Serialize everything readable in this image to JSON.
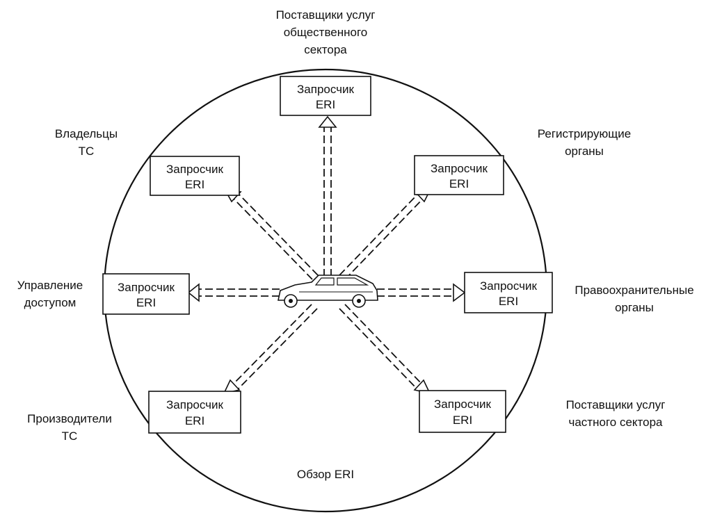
{
  "title": "Обзор ERI",
  "box_label": [
    "Запросчик",
    "ERI"
  ],
  "groups": [
    {
      "id": "public",
      "lines": [
        "Поставщики услуг",
        "общественного",
        "сектора"
      ]
    },
    {
      "id": "owners",
      "lines": [
        "Владельцы",
        "ТС"
      ]
    },
    {
      "id": "registration",
      "lines": [
        "Регистрирующие",
        "органы"
      ]
    },
    {
      "id": "access",
      "lines": [
        "Управление",
        "доступом"
      ]
    },
    {
      "id": "law",
      "lines": [
        "Правоохранительные",
        "органы"
      ]
    },
    {
      "id": "manufacturers",
      "lines": [
        "Производители",
        "ТС"
      ]
    },
    {
      "id": "private",
      "lines": [
        "Поставщики услуг",
        "частного сектора"
      ]
    }
  ],
  "center_icon": "car-icon"
}
